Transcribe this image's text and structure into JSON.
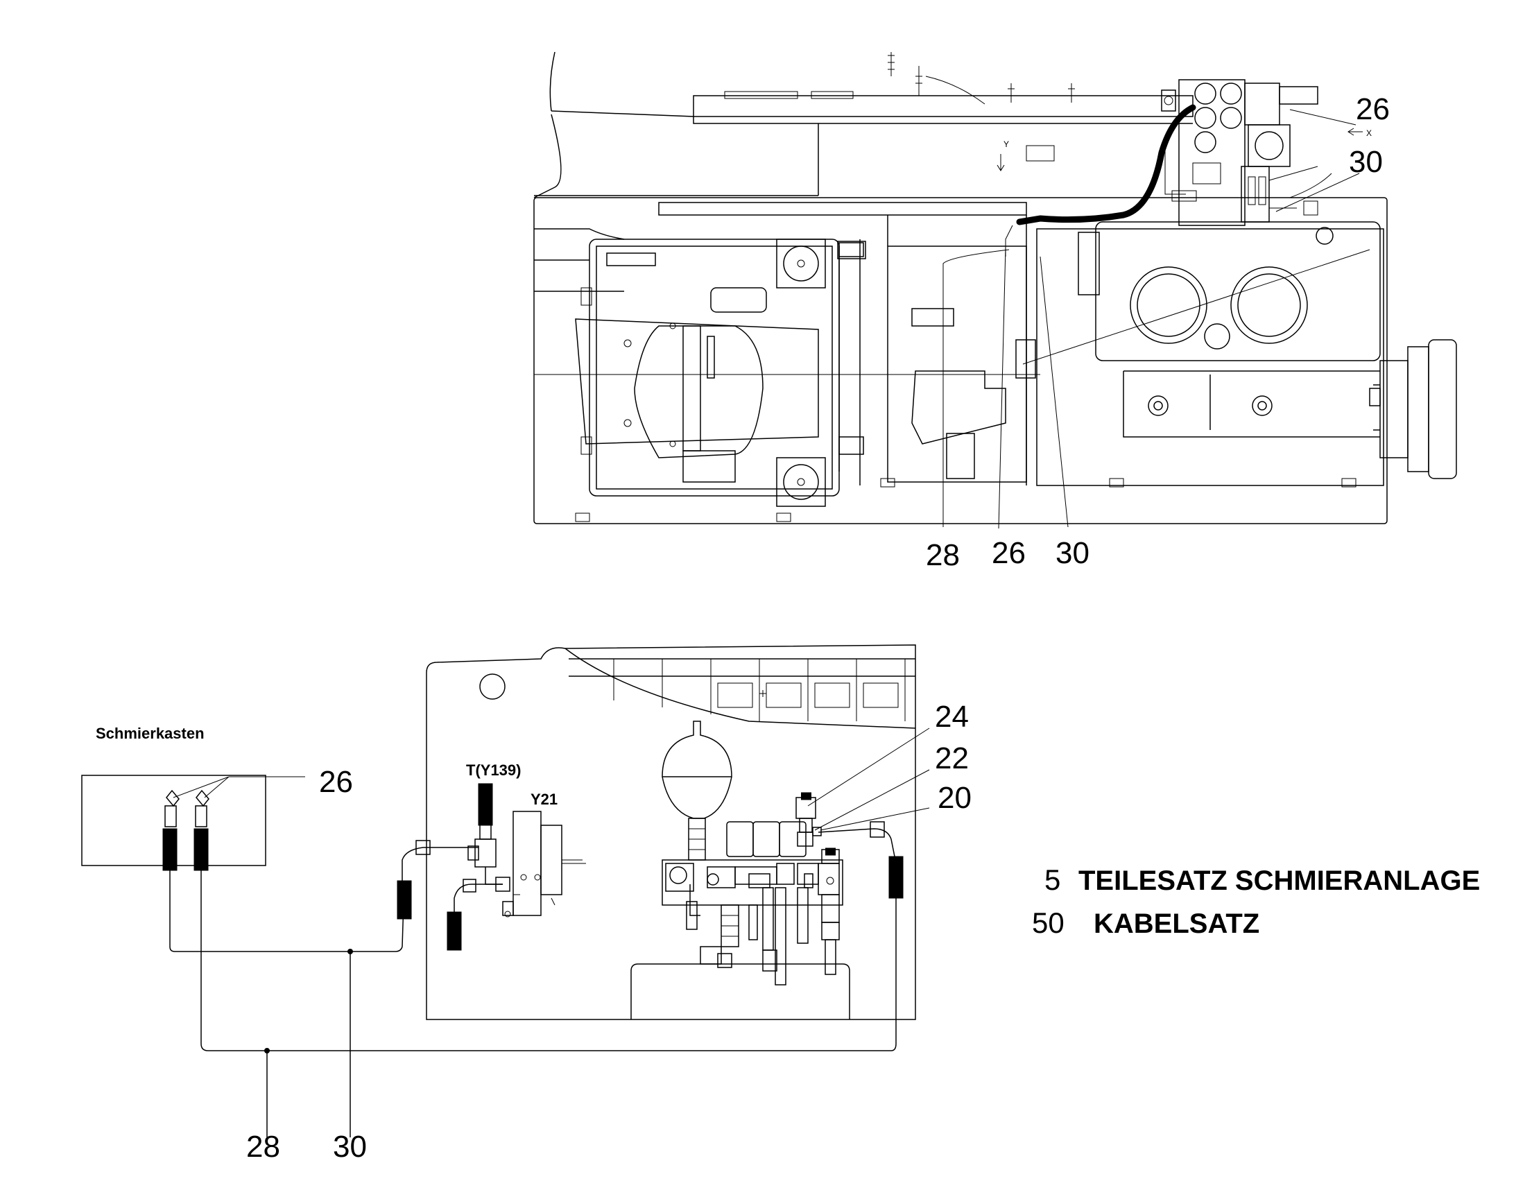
{
  "upper_view": {
    "callouts": {
      "top_26": "26",
      "top_30": "30",
      "bottom_28": "28",
      "bottom_26": "26",
      "bottom_30": "30"
    },
    "small_marks": {
      "y_arrow": "Y",
      "x_arrow": "X"
    }
  },
  "lower_view": {
    "lube_box_label": "Schmierkasten",
    "callouts": {
      "box_26": "26",
      "c24": "24",
      "c22": "22",
      "c20": "20",
      "bottom_28": "28",
      "bottom_30": "30"
    },
    "valve_labels": {
      "t_y139": "T(Y139)",
      "y21": "Y21"
    }
  },
  "parts_list": [
    {
      "number": "5",
      "text": "TEILESATZ SCHMIERANLAGE"
    },
    {
      "number": "50",
      "text": "KABELSATZ"
    }
  ]
}
